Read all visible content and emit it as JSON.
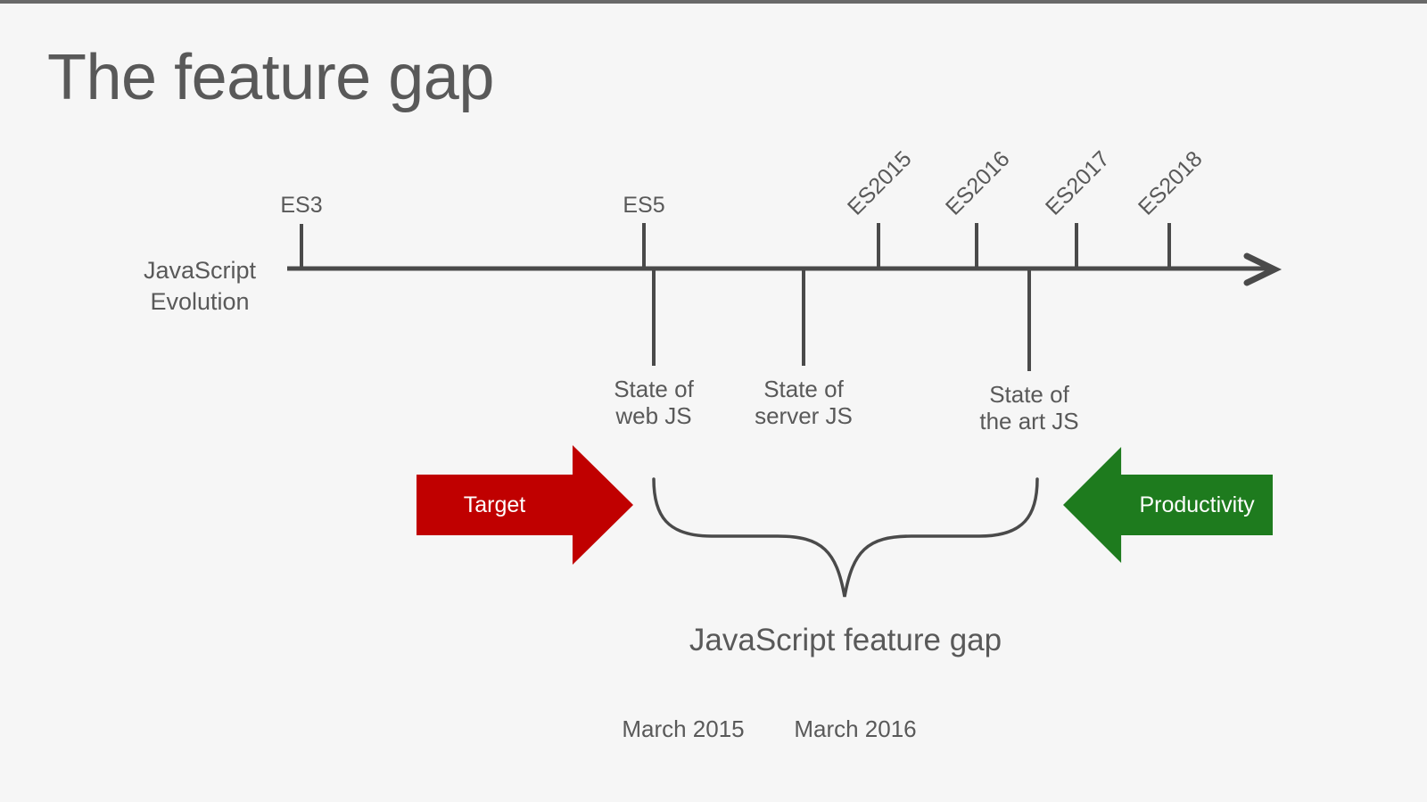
{
  "slide": {
    "title": "The feature gap",
    "background_color": "#f6f6f6",
    "top_bar_color": "#696969",
    "line_color": "#4a4a4a",
    "text_color": "#595959"
  },
  "timeline": {
    "axis_label_line1": "JavaScript",
    "axis_label_line2": "Evolution",
    "milestones_above": [
      {
        "label": "ES3"
      },
      {
        "label": "ES5"
      },
      {
        "label": "ES2015"
      },
      {
        "label": "ES2016"
      },
      {
        "label": "ES2017"
      },
      {
        "label": "ES2018"
      }
    ],
    "milestones_below": [
      {
        "line1": "State of",
        "line2": "web JS"
      },
      {
        "line1": "State of",
        "line2": "server JS"
      },
      {
        "line1": "State of",
        "line2": "the art JS"
      }
    ]
  },
  "arrows": {
    "target": {
      "label": "Target",
      "color": "#c00000"
    },
    "productivity": {
      "label": "Productivity",
      "color": "#1e7b1e"
    }
  },
  "gap": {
    "label": "JavaScript feature gap"
  },
  "dates": {
    "left": "March 2015",
    "right": "March 2016"
  }
}
